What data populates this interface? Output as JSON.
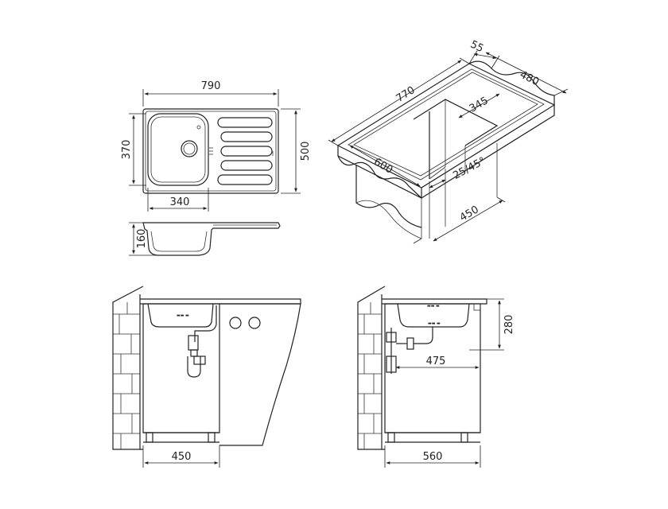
{
  "dimensions": {
    "top_width": "790",
    "top_height": "500",
    "bowl_height": "370",
    "bowl_width": "340",
    "depth": "160",
    "iso_770": "770",
    "iso_55": "55",
    "iso_480": "480",
    "iso_345": "345",
    "iso_600": "600",
    "iso_angle": "25/45°",
    "iso_450": "450",
    "front_450": "450",
    "side_280": "280",
    "side_475": "475",
    "side_560": "560"
  },
  "colors": {
    "line": "#222222",
    "background": "#ffffff"
  }
}
